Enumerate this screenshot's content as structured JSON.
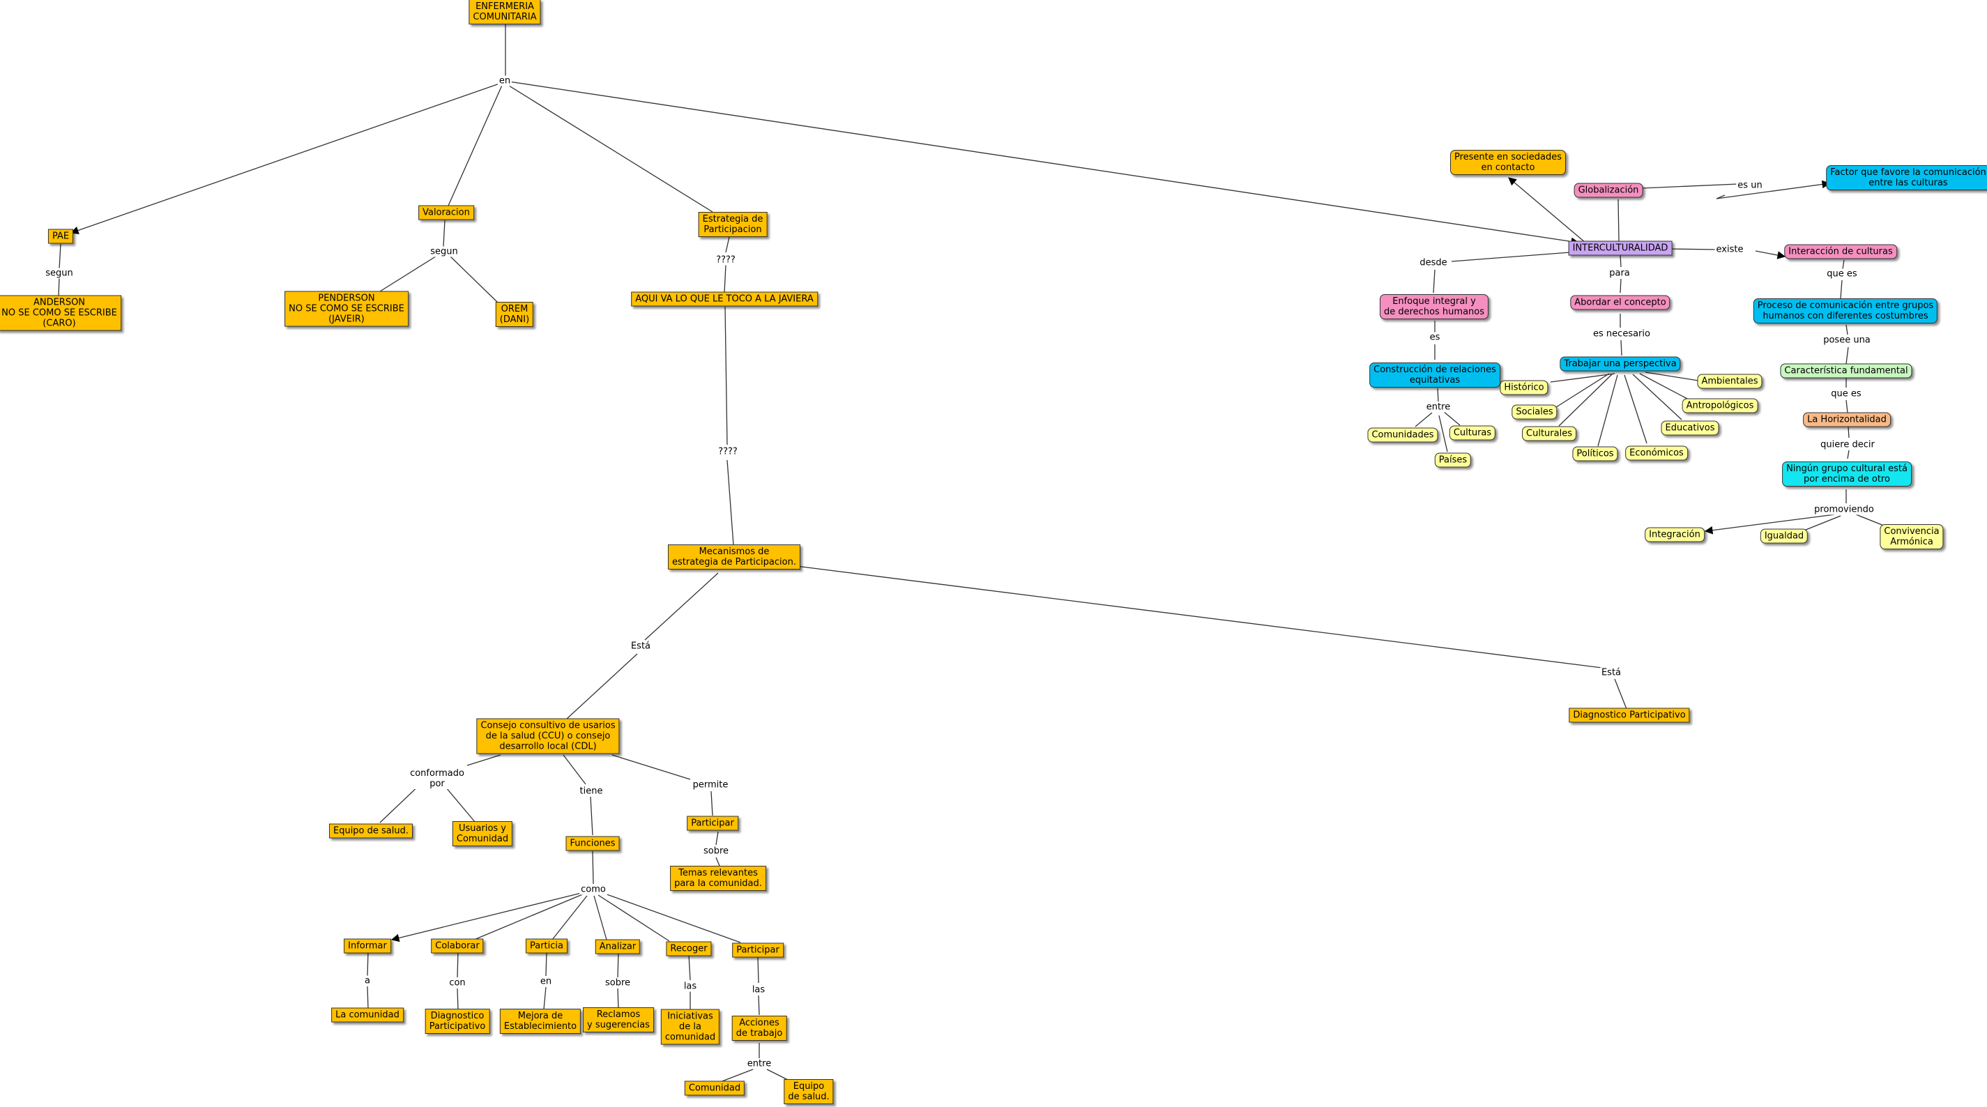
{
  "colors": {
    "orange": "#ffc000",
    "pink": "#f48fbf",
    "cyan": "#00bff0",
    "purple": "#c9a4f2",
    "yellow": "#ffff99",
    "green": "#c8f7c0",
    "peach": "#f9b986",
    "aqua": "#13e6f0"
  },
  "nodes": {
    "root": "ENFERMERIA\nCOMUNITARIA",
    "pae": "PAE",
    "anderson": "ANDERSON\nNO SE COMO SE ESCRIBE\n(CARO)",
    "valoracion": "Valoracion",
    "penderson": "PENDERSON\nNO SE COMO SE ESCRIBE\n(JAVEIR)",
    "orem": "OREM\n(DANI)",
    "estrategia": "Estrategia de\nParticipacion",
    "javiera": "AQUI VA LO QUE LE TOCO A LA JAVIERA",
    "mecanismos": "Mecanismos de\nestrategia de Participacion.",
    "consejo": "Consejo consultivo de usarios\nde la salud (CCU) o consejo\ndesarrollo local (CDL)",
    "diag1": "Diagnostico Participativo",
    "equipo1": "Equipo de salud.",
    "usuarios": "Usuarios y\nComunidad",
    "funciones": "Funciones",
    "participar1": "Participar",
    "temas": "Temas relevantes\npara la comunidad.",
    "informar": "Informar",
    "colaborar": "Colaborar",
    "particia": "Particia",
    "analizar": "Analizar",
    "recoger": "Recoger",
    "participar2": "Participar",
    "lacomunidad": "La comunidad",
    "diag2": "Diagnostico\nParticipativo",
    "mejora": "Mejora de\nEstablecimiento",
    "reclamos": "Reclamos\ny sugerencias",
    "iniciativas": "Iniciativas\nde la\ncomunidad",
    "acciones": "Acciones\nde trabajo",
    "comunidad": "Comunidad",
    "equipo2": "Equipo\nde salud.",
    "intercult": "INTERCULTURALIDAD",
    "presente": "Presente en sociedades\nen contacto",
    "globalizacion": "Globalización",
    "factor": "Factor que favore la comunicación\nentre las culturas",
    "interaccion": "Interacción de culturas",
    "proceso": "Proceso de comunicación entre grupos\nhumanos con diferentes costumbres",
    "caracteristica": "Característica fundamental",
    "horizontalidad": "La Horizontalidad",
    "ningun": "Ningún grupo cultural está\npor encima de otro",
    "integracion": "Integración",
    "igualdad": "Igualdad",
    "convivencia": "Convivencia\nArmónica",
    "enfoque": "Enfoque integral y\nde derechos humanos",
    "construccion": "Construcción de relaciones\nequitativas",
    "comunidades": "Comunidades",
    "culturas": "Culturas",
    "paises": "Países",
    "abordar": "Abordar el concepto",
    "trabajar": "Trabajar una perspectiva",
    "historico": "Histórico",
    "sociales": "Sociales",
    "culturales": "Culturales",
    "politicos": "Políticos",
    "economicos": "Económicos",
    "educativos": "Educativos",
    "antropologicos": "Antropológicos",
    "ambientales": "Ambientales"
  },
  "labels": {
    "en": "en",
    "segun1": "segun",
    "segun2": "segun",
    "q1": "????",
    "q2": "????",
    "esta1": "Está",
    "esta2": "Está",
    "conformado": "conformado\npor",
    "tiene": "tiene",
    "permite": "permite",
    "sobre1": "sobre",
    "como": "como",
    "a": "a",
    "con": "con",
    "en2": "en",
    "sobre2": "sobre",
    "las1": "las",
    "las2": "las",
    "entre1": "entre",
    "esun": "es un",
    "existe": "existe",
    "quees1": "que es",
    "posee": "posee una",
    "quees2": "que es",
    "quiere": "quiere decir",
    "promoviendo": "promoviendo",
    "desde": "desde",
    "es": "es",
    "entre2": "entre",
    "para": "para",
    "necesario": "es necesario"
  }
}
